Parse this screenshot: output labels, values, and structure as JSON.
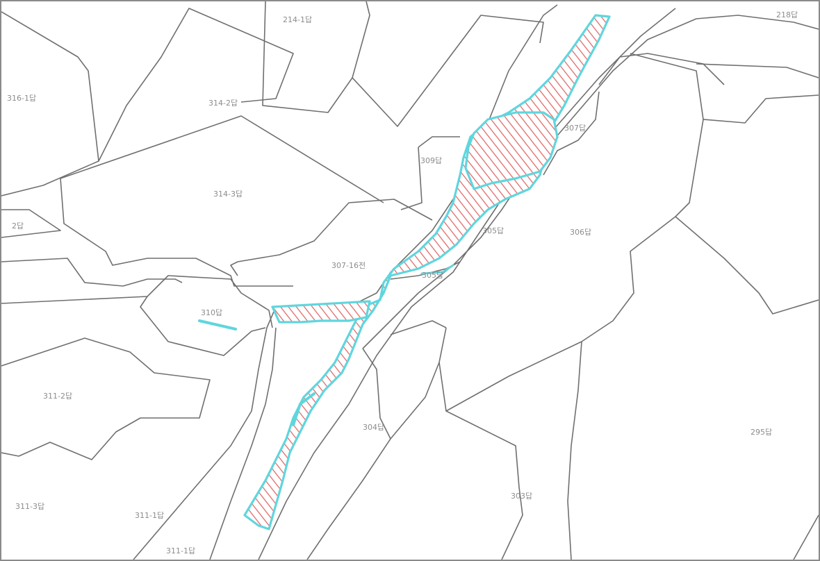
{
  "map": {
    "colors": {
      "parcel_line": "#6f6f6f",
      "highlight_outline": "#5fd6de",
      "hatch": "#e06a6a",
      "label": "#8c8c8c",
      "frame": "#8a8a8a"
    },
    "labels": {
      "p218": "218답",
      "p214_1": "214-1답",
      "p316_1": "316-1답",
      "p314_2": "314-2답",
      "p314_3": "314-3답",
      "p307": "307답",
      "p309": "309답",
      "p2": "2답",
      "p307_16": "307-16전",
      "p305": "305답",
      "p306": "306답",
      "p310": "310답",
      "p311_2": "311-2답",
      "p304": "304답",
      "p295": "295답",
      "p303": "303답",
      "p311_3": "311-3답",
      "p311_1": "311-1답",
      "p311_4": "311-1답"
    }
  }
}
